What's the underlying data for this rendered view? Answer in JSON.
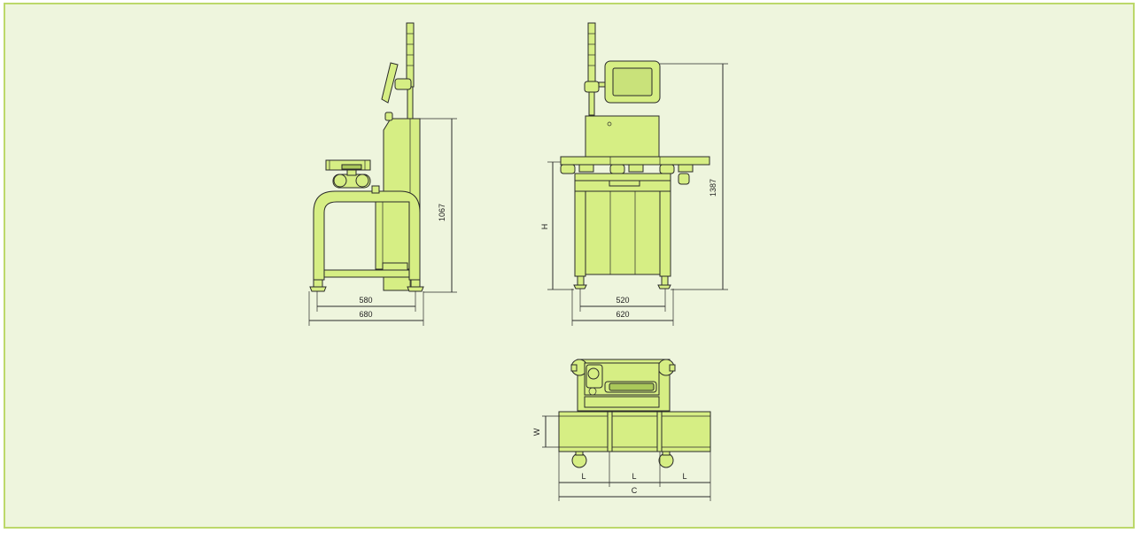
{
  "colors": {
    "background": "#eef5dd",
    "border": "#bcd86a",
    "machine_fill": "#d6ee84",
    "outline": "#2a2a2a"
  },
  "side_view": {
    "height_label": "1067",
    "inner_width_label": "580",
    "outer_width_label": "680"
  },
  "front_view": {
    "total_height_label": "1387",
    "belt_height_label": "H",
    "inner_width_label": "520",
    "outer_width_label": "620"
  },
  "top_view": {
    "width_label": "W",
    "segment_labels": [
      "L",
      "L",
      "L"
    ],
    "total_length_label": "C"
  }
}
